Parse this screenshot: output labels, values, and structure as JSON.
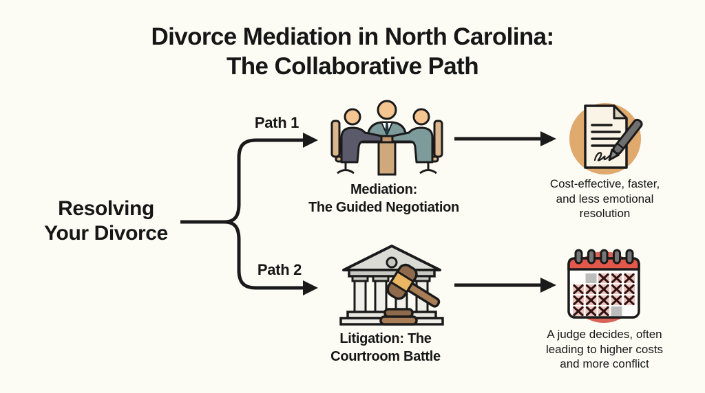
{
  "title": {
    "lines": [
      "Divorce Mediation in North Carolina:",
      "The Collaborative Path"
    ]
  },
  "root": {
    "lines": [
      "Resolving",
      "Your Divorce"
    ]
  },
  "branches": [
    {
      "path_label": "Path 1",
      "node_icon": "mediation-table-icon",
      "node_title_lines": [
        "Mediation:",
        "The Guided Negotiation"
      ],
      "outcome_icon": "signed-document-pen-icon",
      "outcome_lines": [
        "Cost-effective, faster,",
        "and less emotional",
        "resolution"
      ]
    },
    {
      "path_label": "Path 2",
      "node_icon": "courthouse-gavel-icon",
      "node_title_lines": [
        "Litigation: The",
        "Courtroom Battle"
      ],
      "outcome_icon": "calendar-crossed-days-icon",
      "outcome_lines": [
        "A judge decides, often",
        "leading to higher costs",
        "and more conflict"
      ]
    }
  ],
  "colors": {
    "background": "#fcfcf5",
    "text": "#161616",
    "line": "#1a1a1a",
    "skin": "#f4c491",
    "suit_teal": "#7e9b9c",
    "suit_dark": "#5b5a6b",
    "shirt_white": "#ffffff",
    "tie_dark": "#1d3a45",
    "table_brown": "#c1946a",
    "table_leg": "#cfa87c",
    "chair_tan": "#dcb68c",
    "document_circle": "#e0a96e",
    "paper_cream": "#faf4e6",
    "paper_fold": "#d9d1bc",
    "pen_gray": "#6f6f6f",
    "building_gray": "#dbdbd6",
    "building_beam": "#c9c9c3",
    "column_light": "#f0efe9",
    "gavel_head": "#8f6b4b",
    "gavel_handle": "#a97e57",
    "gavel_band": "#eab661",
    "calendar_circle": "#d96357",
    "calendar_header": "#e4574b",
    "calendar_body": "#fdfdfb",
    "calendar_ring": "#777777",
    "calendar_cell_pink": "#edc4be",
    "calendar_cell_gray": "#bdbdbd",
    "calendar_x": "#2e1212"
  },
  "calendar_pattern": [
    [
      "empty",
      "gray",
      "x",
      "x",
      "x"
    ],
    [
      "x",
      "x",
      "x",
      "x",
      "x"
    ],
    [
      "x",
      "x",
      "x",
      "x",
      "x"
    ],
    [
      "x",
      "x",
      "x",
      "gray",
      "empty"
    ]
  ]
}
